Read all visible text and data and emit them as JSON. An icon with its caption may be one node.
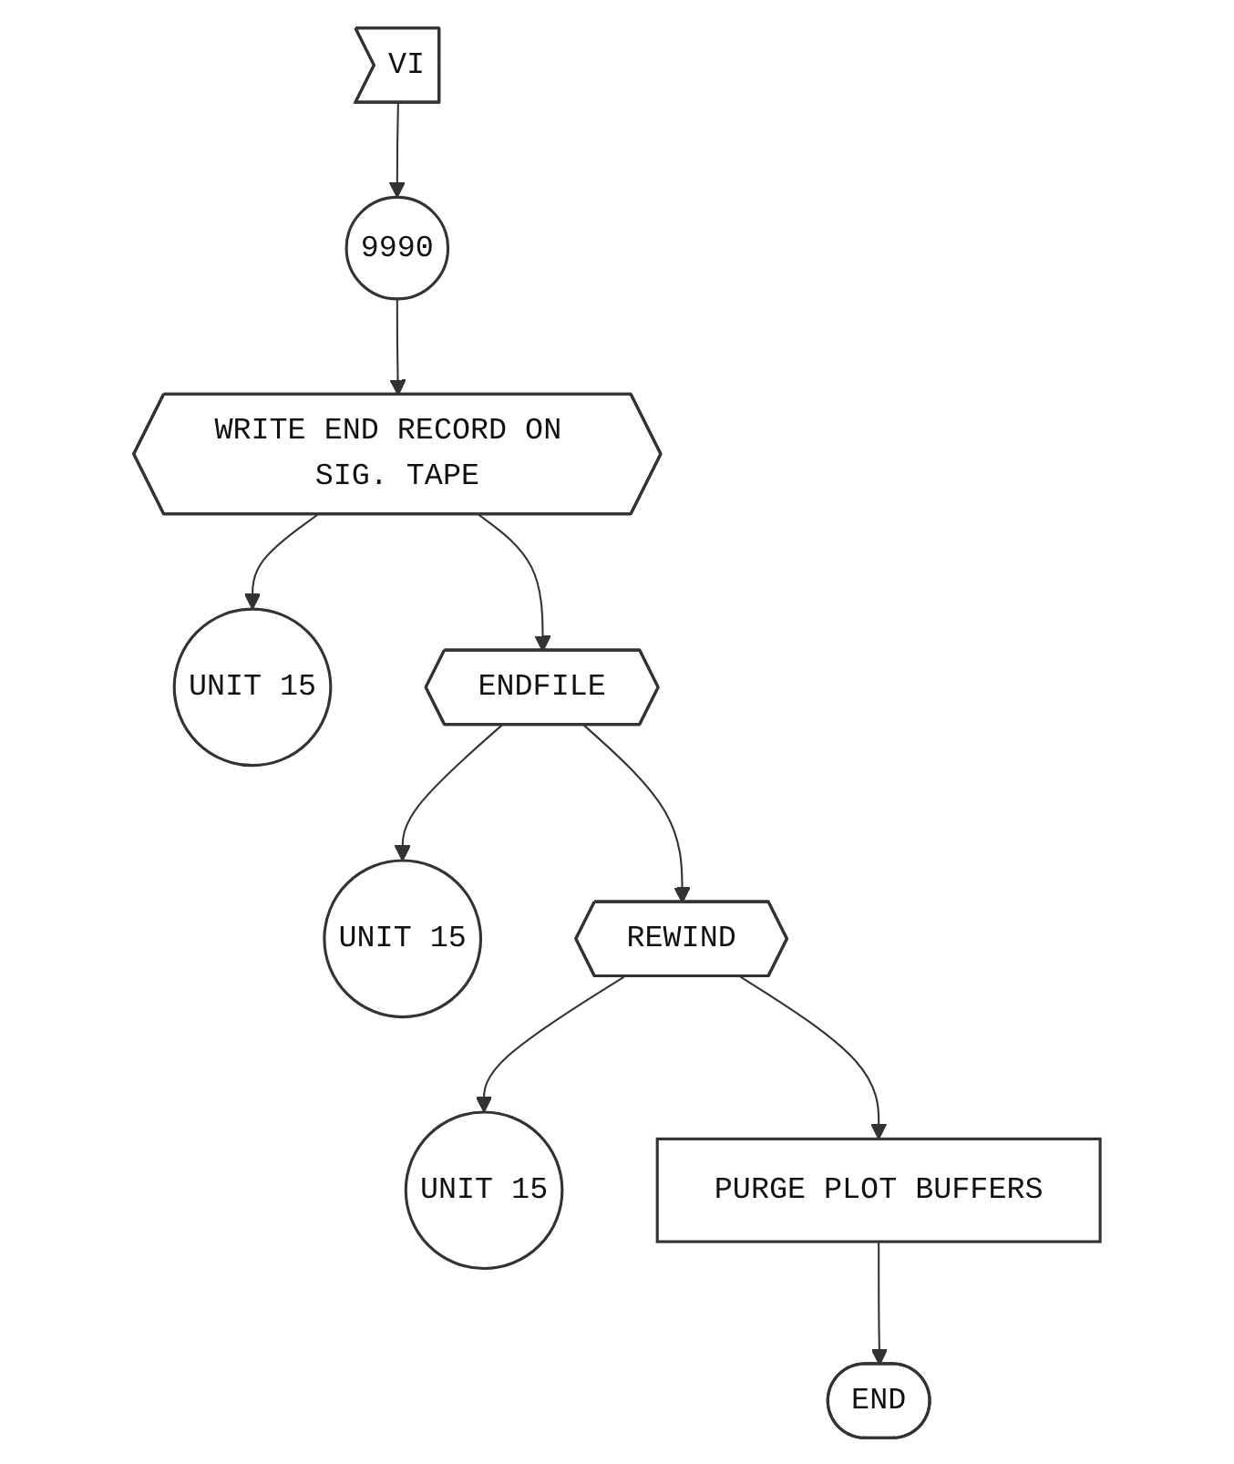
{
  "diagram": {
    "nodes": [
      {
        "text": [
          "VI"
        ]
      },
      {
        "text": [
          "9990"
        ]
      },
      {
        "text": [
          "WRITE END RECORD ON SIG. TAPE"
        ]
      },
      {
        "text": [
          "UNIT 15"
        ]
      },
      {
        "text": [
          "ENDFILE"
        ]
      },
      {
        "text": [
          "UNIT 15"
        ]
      },
      {
        "text": [
          "REWIND"
        ]
      },
      {
        "text": [
          "UNIT 15"
        ]
      },
      {
        "text": [
          "PURGE PLOT BUFFERS"
        ]
      },
      {
        "text": [
          "END"
        ]
      }
    ],
    "edges": [
      {
        "from": 0,
        "to": 1,
        "arrow": "to"
      },
      {
        "from": 1,
        "to": 2,
        "arrow": "to"
      },
      {
        "from": 2,
        "to": 3,
        "arrow": "to"
      },
      {
        "from": 2,
        "to": 4,
        "arrow": "to"
      },
      {
        "from": 4,
        "to": 5,
        "arrow": "to"
      },
      {
        "from": 4,
        "to": 6,
        "arrow": "to"
      },
      {
        "from": 6,
        "to": 7,
        "arrow": "to"
      },
      {
        "from": 6,
        "to": 8,
        "arrow": "to"
      },
      {
        "from": 8,
        "to": 9,
        "arrow": "to"
      }
    ]
  }
}
